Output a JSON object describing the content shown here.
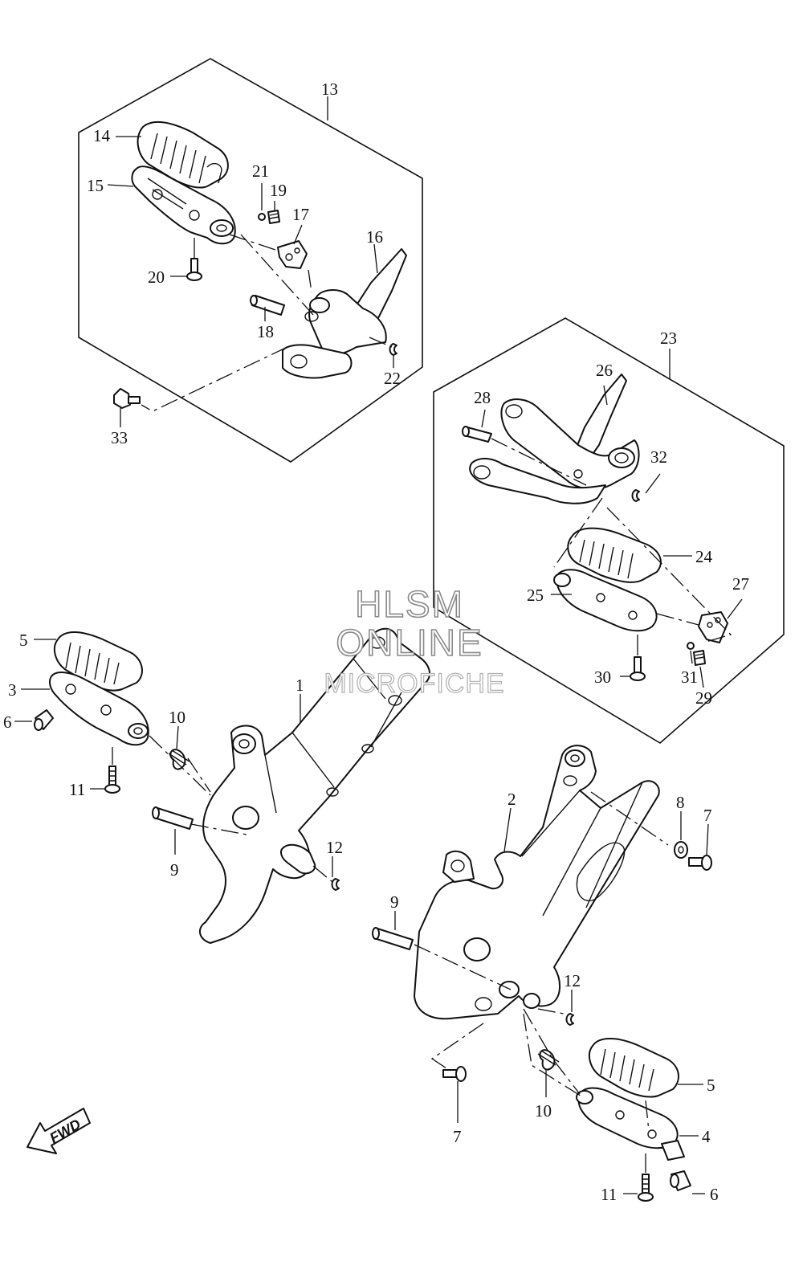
{
  "watermark": {
    "line1": "HLSM",
    "line2": "ONLINE",
    "line3": "MICROFICHE"
  },
  "fwd_label": "FWD",
  "callouts": [
    {
      "id": "c13a",
      "text": "13"
    },
    {
      "id": "c14",
      "text": "14"
    },
    {
      "id": "c15",
      "text": "15"
    },
    {
      "id": "c21",
      "text": "21"
    },
    {
      "id": "c19",
      "text": "19"
    },
    {
      "id": "c17",
      "text": "17"
    },
    {
      "id": "c16",
      "text": "16"
    },
    {
      "id": "c20",
      "text": "20"
    },
    {
      "id": "c18",
      "text": "18"
    },
    {
      "id": "c22",
      "text": "22"
    },
    {
      "id": "c33",
      "text": "33"
    },
    {
      "id": "c23",
      "text": "23"
    },
    {
      "id": "c26",
      "text": "26"
    },
    {
      "id": "c28",
      "text": "28"
    },
    {
      "id": "c32",
      "text": "32"
    },
    {
      "id": "c24",
      "text": "24"
    },
    {
      "id": "c25",
      "text": "25"
    },
    {
      "id": "c27",
      "text": "27"
    },
    {
      "id": "c30",
      "text": "30"
    },
    {
      "id": "c31",
      "text": "31"
    },
    {
      "id": "c29",
      "text": "29"
    },
    {
      "id": "c5a",
      "text": "5"
    },
    {
      "id": "c3",
      "text": "3"
    },
    {
      "id": "c6a",
      "text": "6"
    },
    {
      "id": "c10a",
      "text": "10"
    },
    {
      "id": "c11a",
      "text": "11"
    },
    {
      "id": "c1",
      "text": "1"
    },
    {
      "id": "c9a",
      "text": "9"
    },
    {
      "id": "c12a",
      "text": "12"
    },
    {
      "id": "c2",
      "text": "2"
    },
    {
      "id": "c8",
      "text": "8"
    },
    {
      "id": "c7a",
      "text": "7"
    },
    {
      "id": "c9b",
      "text": "9"
    },
    {
      "id": "c12b",
      "text": "12"
    },
    {
      "id": "c7b",
      "text": "7"
    },
    {
      "id": "c10b",
      "text": "10"
    },
    {
      "id": "c5b",
      "text": "5"
    },
    {
      "id": "c4",
      "text": "4"
    },
    {
      "id": "c11b",
      "text": "11"
    },
    {
      "id": "c6b",
      "text": "6"
    }
  ]
}
